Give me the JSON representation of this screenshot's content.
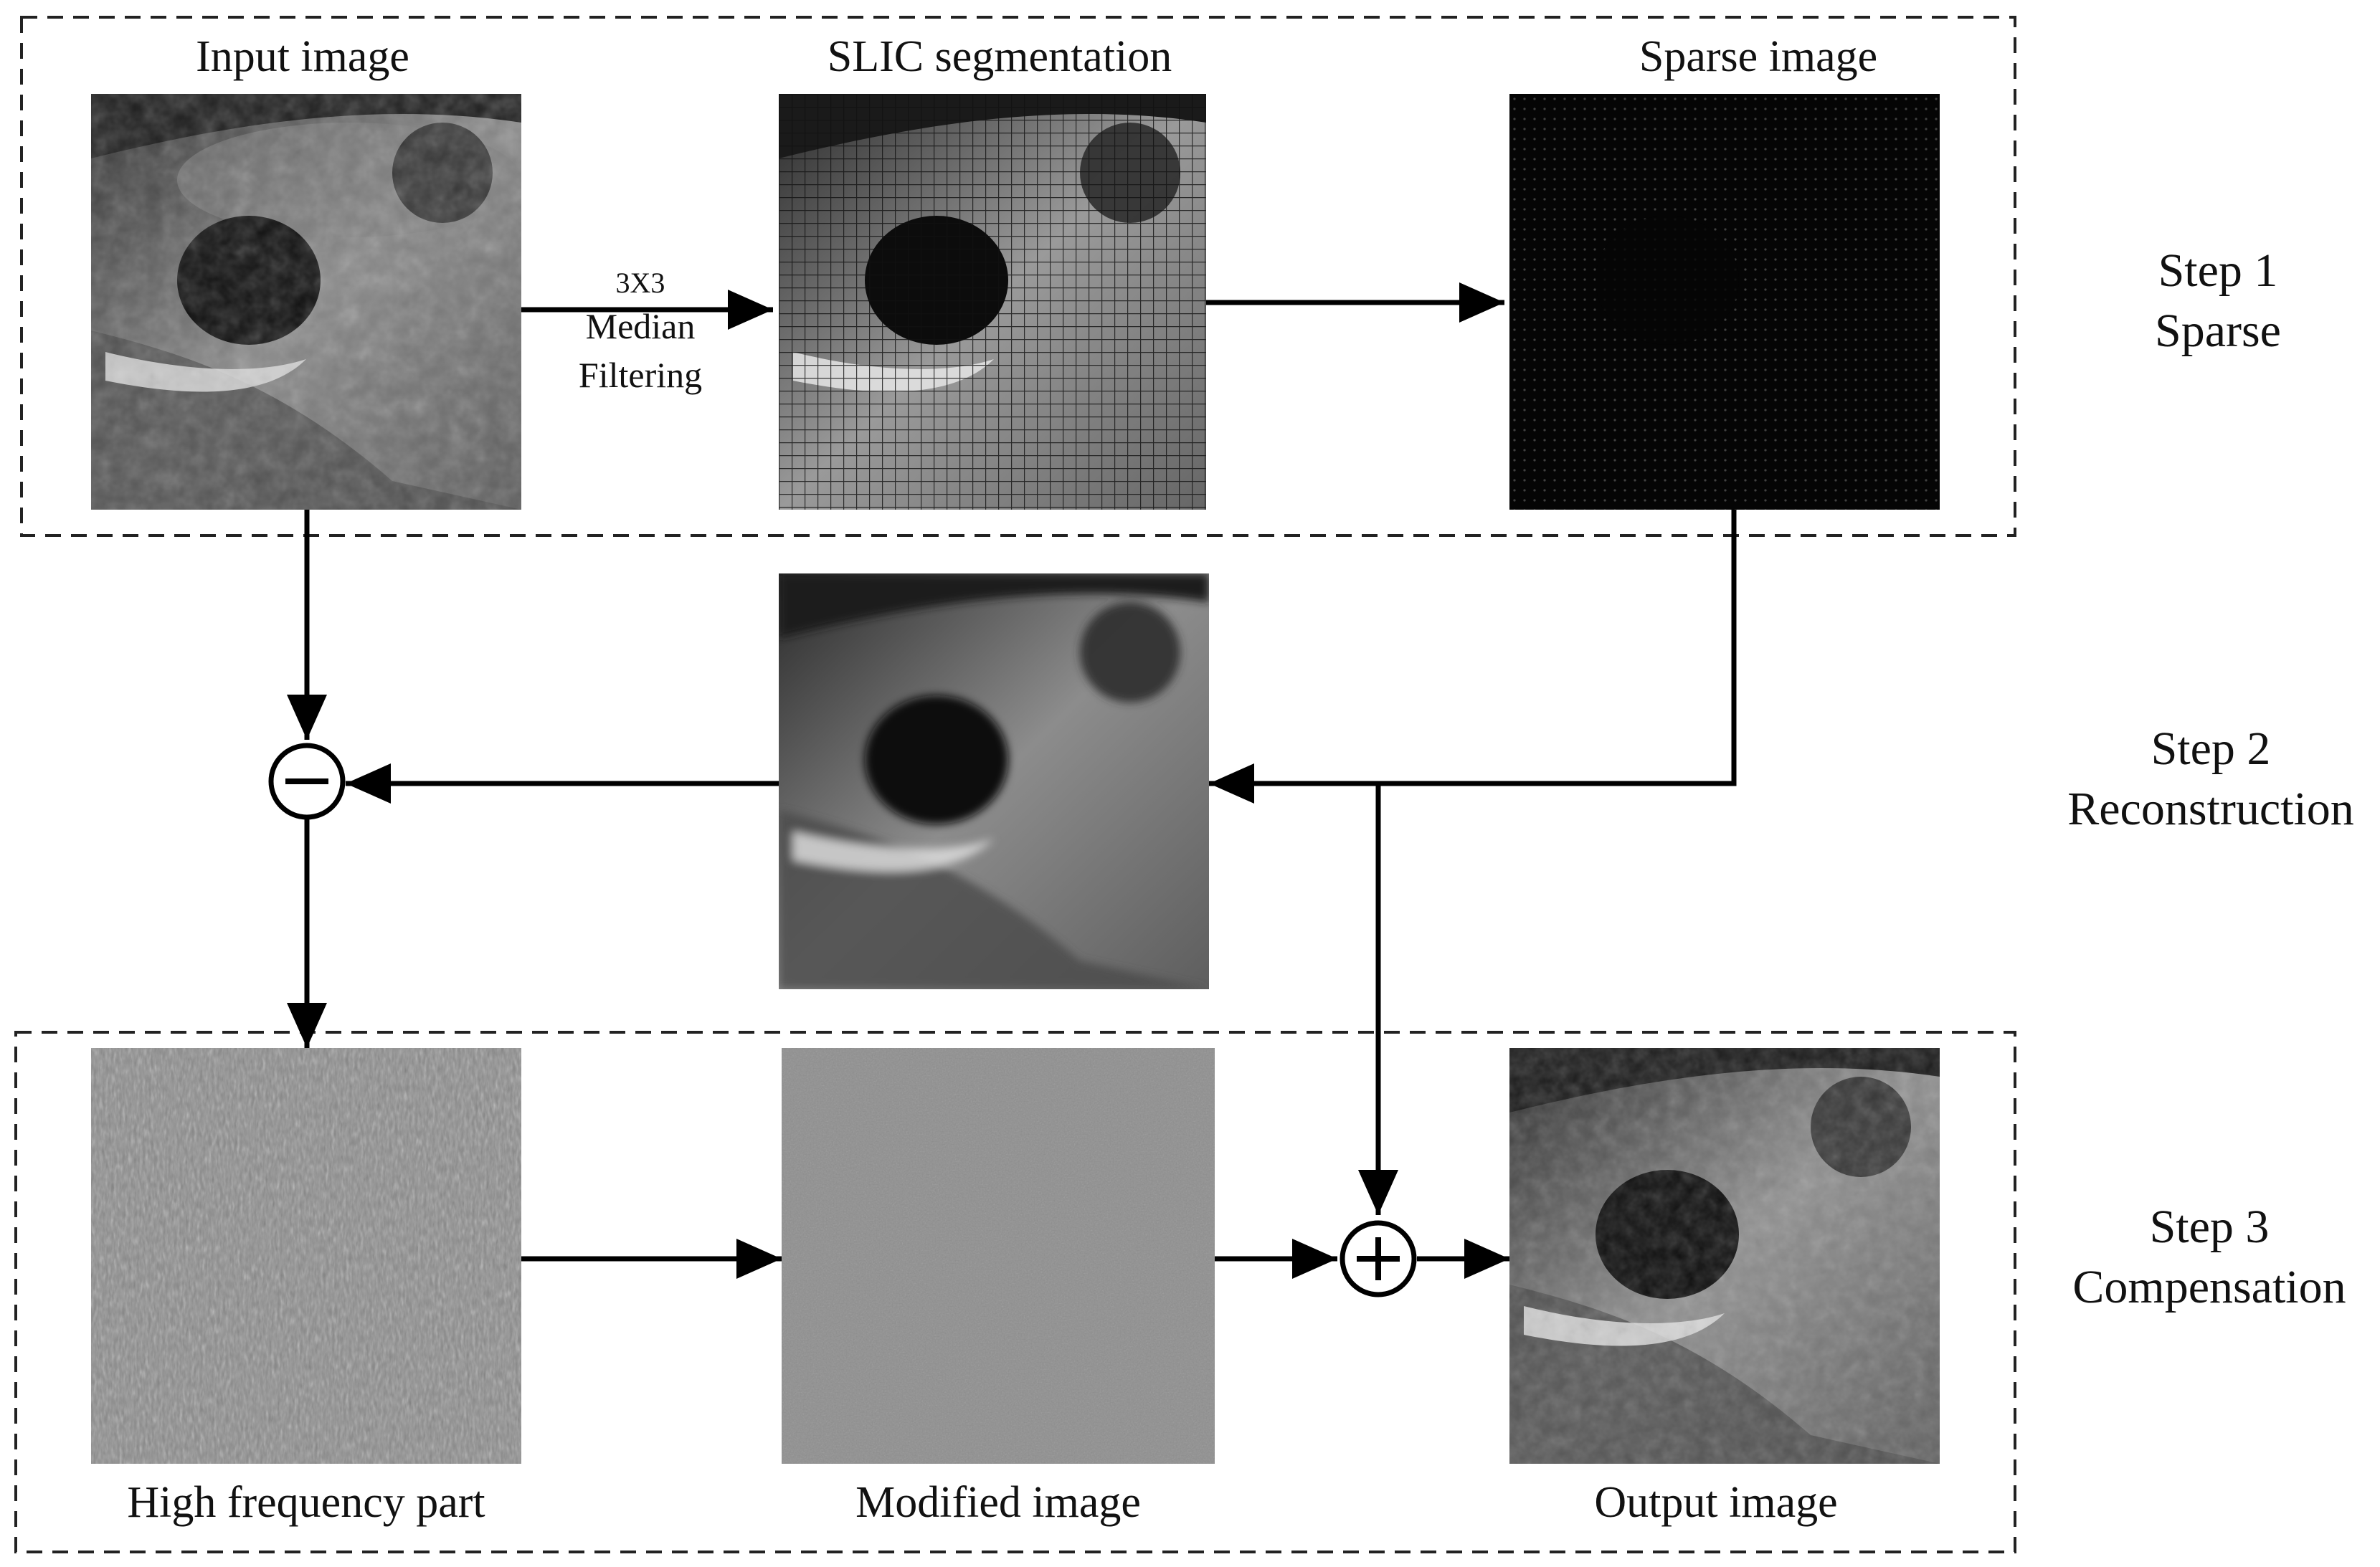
{
  "labels": {
    "input_image": "Input image",
    "slic_segmentation": "SLIC segmentation",
    "sparse_image": "Sparse image",
    "high_frequency_part": "High frequency part",
    "modified_image": "Modified image",
    "output_image": "Output image"
  },
  "filter": {
    "size": "3X3",
    "line1": "Median",
    "line2": "Filtering"
  },
  "steps": [
    {
      "title": "Step 1",
      "name": "Sparse"
    },
    {
      "title": "Step 2",
      "name": "Reconstruction"
    },
    {
      "title": "Step 3",
      "name": "Compensation"
    }
  ],
  "operators": {
    "subtract": "minus-icon",
    "add": "plus-icon"
  },
  "colors": {
    "line": "#000000",
    "border_dash": "#222222"
  }
}
